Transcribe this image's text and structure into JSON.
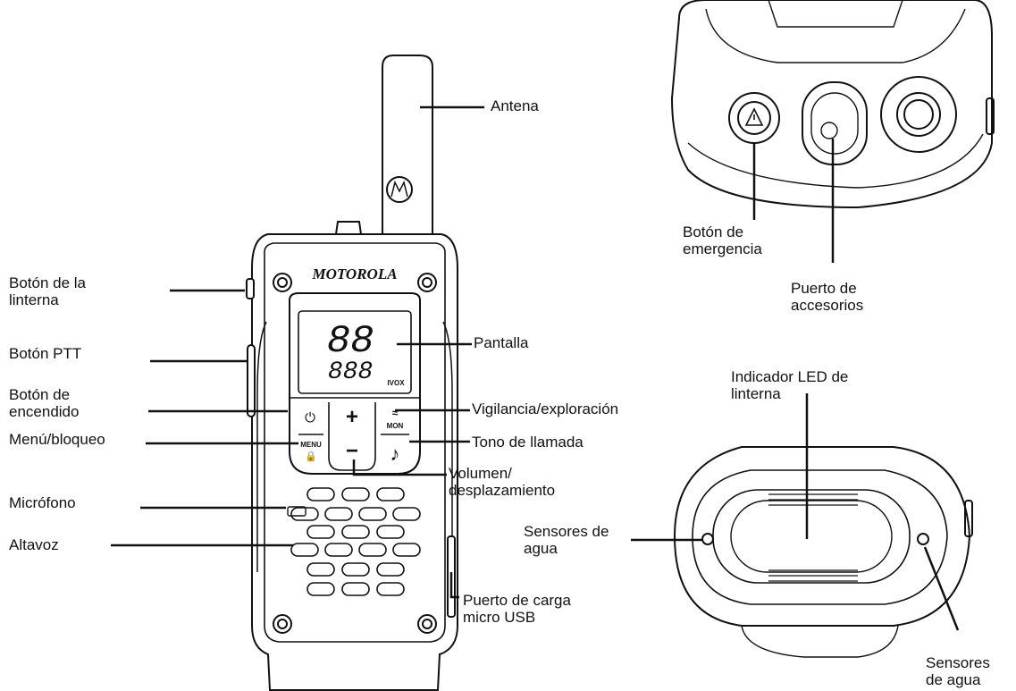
{
  "device": {
    "brand": "MOTOROLA",
    "display": {
      "channel_digits": "88",
      "code_digits": "888",
      "vox_label": "IVOX"
    },
    "keys": {
      "power_symbol": "⏻",
      "plus": "+",
      "minus": "−",
      "menu_label": "MENU",
      "mon_label": "MON",
      "tone_symbol": "♪"
    }
  },
  "labels": {
    "antena": "Antena",
    "pantalla": "Pantalla",
    "vigilancia": "Vigilancia/exploración",
    "tono": "Tono de llamada",
    "volumen_line1": "Volumen/",
    "volumen_line2": "desplazamiento",
    "puerto_carga_line1": "Puerto de carga",
    "puerto_carga_line2": "micro USB",
    "linterna_line1": "Botón de la",
    "linterna_line2": "linterna",
    "ptt": "Botón PTT",
    "encendido_line1": "Botón de",
    "encendido_line2": "encendido",
    "menu": "Menú/bloqueo",
    "microfono": "Micrófono",
    "altavoz": "Altavoz",
    "emergencia_line1": "Botón de",
    "emergencia_line2": "emergencia",
    "accesorios_line1": "Puerto de",
    "accesorios_line2": "accesorios",
    "led_line1": "Indicador LED de",
    "led_line2": "linterna",
    "sensores1_line1": "Sensores de",
    "sensores1_line2": "agua",
    "sensores2_line1": "Sensores",
    "sensores2_line2": "de agua"
  }
}
